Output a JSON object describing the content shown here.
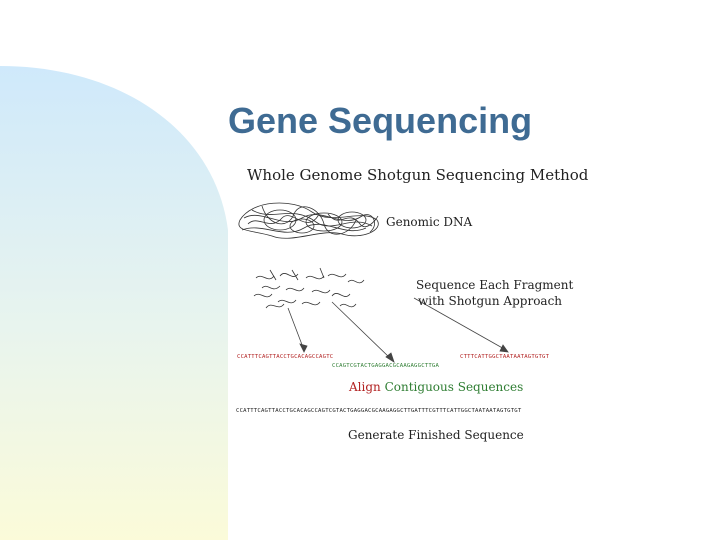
{
  "slide": {
    "title": "Gene Sequencing"
  },
  "figure": {
    "title": "Whole Genome Shotgun Sequencing Method",
    "genomic_label": "Genomic DNA",
    "fragment_label_line1": "Sequence Each Fragment",
    "fragment_label_line2": "with Shotgun Approach",
    "align_word1": "Align",
    "align_word2": "Contiguous Sequences",
    "finished_label": "Generate Finished Sequence",
    "seq_red_left": "CCATTTCAGTTACCTGCACAGCCAGTC",
    "seq_red_right": "CTTTCATTGGCTAATAATAGTGTGT",
    "seq_green": "CCAGTCGTACTGAGGACGCAAGAGGCTTGA",
    "seq_final": "CCATTTCAGTTACCTGCACAGCCAGTCGTACTGAGGACGCAAGAGGCTTGATTTCGTTTCATTGGCTAATAATAGTGTGT"
  },
  "colors": {
    "title": "#3f6b93",
    "sequence_red": "#b22222",
    "sequence_green": "#2e7d32",
    "gradient_top": "#cfe9fb",
    "gradient_bottom": "#fbfbd9"
  }
}
